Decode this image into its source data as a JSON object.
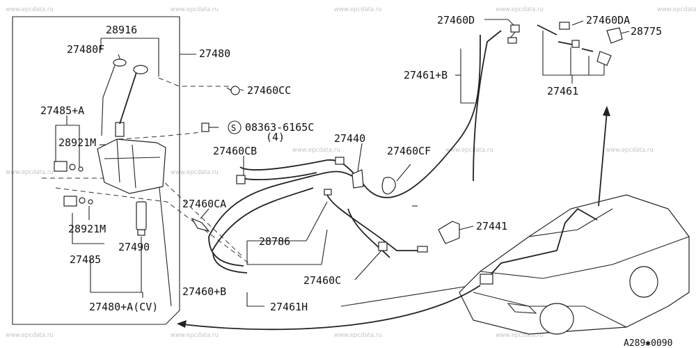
{
  "watermark": "www.epcdata.ru",
  "diagram_code": "A289✱0090",
  "labels": {
    "l28916": "28916",
    "l27480F": "27480F",
    "l27480": "27480",
    "l27460CC": "27460CC",
    "l27485A": "27485+A",
    "l28921M_top": "28921M",
    "l08363": "08363-6165C",
    "l08363_qty": "(4)",
    "l08363_sym": "S",
    "l27460CB": "27460CB",
    "l27440": "27440",
    "l27460CF": "27460CF",
    "l27460CA": "27460CA",
    "l28921M_bot": "28921M",
    "l27490": "27490",
    "l27485": "27485",
    "l28786": "28786",
    "l27460C": "27460C",
    "l27460B": "27460+B",
    "l27461H": "27461H",
    "l27480A": "27480+A(CV)",
    "l27441": "27441",
    "l27460D": "27460D",
    "l27461B": "27461+B",
    "l27460DA": "27460DA",
    "l28775": "28775",
    "l27461": "27461"
  }
}
